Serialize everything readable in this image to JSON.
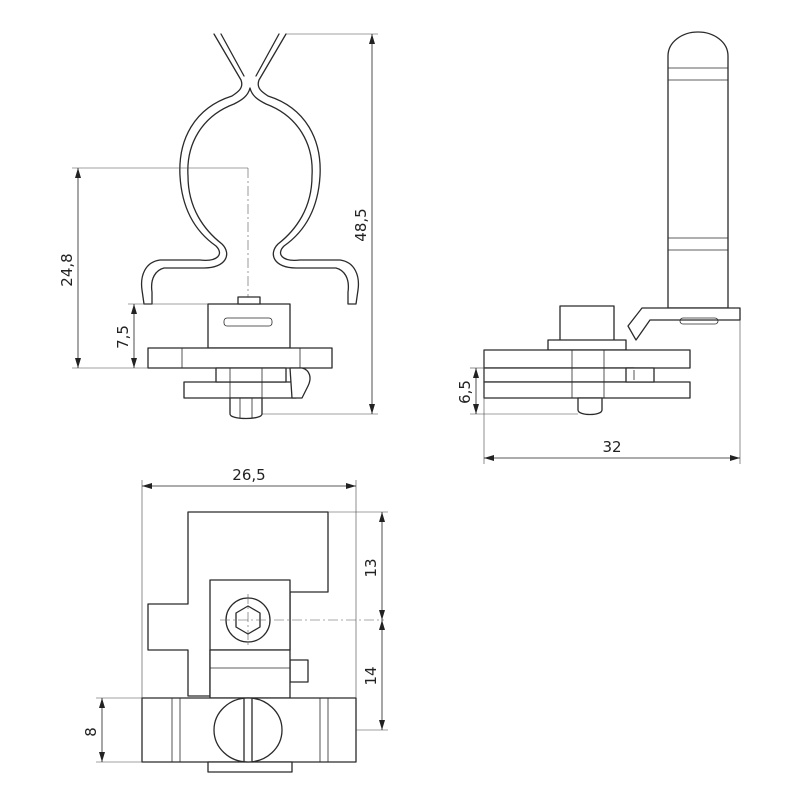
{
  "dimensions": {
    "front_height_total": "48,5",
    "front_center_height": "24,8",
    "front_base_height": "7,5",
    "side_base_height": "6,5",
    "side_width": "32",
    "top_width": "26,5",
    "top_upper_height": "13",
    "top_lower_height": "14",
    "top_clip_height": "8"
  }
}
